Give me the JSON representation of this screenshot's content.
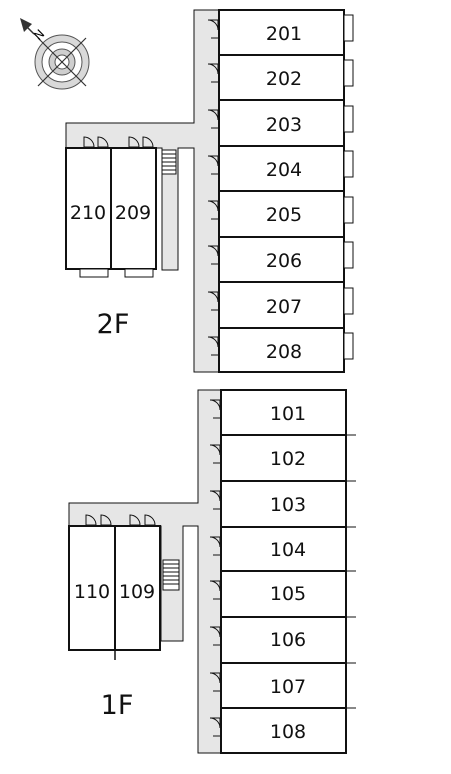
{
  "compass": {
    "icon": "compass-rose-icon",
    "north_label": "N"
  },
  "floors": [
    {
      "label": "2F",
      "main_wing": [
        "201",
        "202",
        "203",
        "204",
        "205",
        "206",
        "207",
        "208"
      ],
      "side_wing": [
        "210",
        "209"
      ]
    },
    {
      "label": "1F",
      "main_wing": [
        "101",
        "102",
        "103",
        "104",
        "105",
        "106",
        "107",
        "108"
      ],
      "side_wing": [
        "110",
        "109"
      ]
    }
  ],
  "colors": {
    "line": "#111111",
    "corridor": "#e6e6e6",
    "background": "#ffffff"
  }
}
